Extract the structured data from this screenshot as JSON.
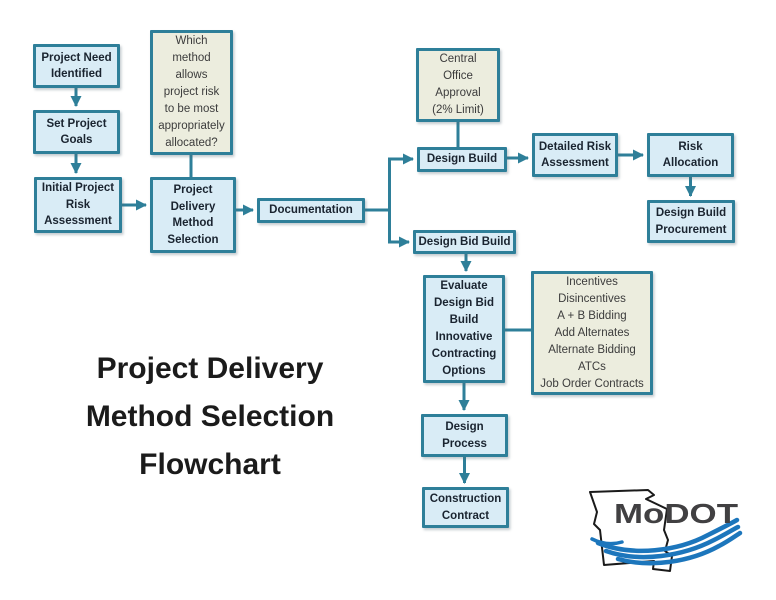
{
  "diagram_title": "Project Delivery\nMethod Selection\nFlowchart",
  "nodes": {
    "project_need": "Project Need\nIdentified",
    "set_project_goals": "Set Project\nGoals",
    "initial_risk": "Initial Project\nRisk\nAssessment",
    "pdms": "Project\nDelivery\nMethod\nSelection",
    "documentation": "Documentation",
    "design_build": "Design Build",
    "detailed_risk": "Detailed Risk\nAssessment",
    "risk_allocation": "Risk\nAllocation",
    "db_procurement": "Design Build\nProcurement",
    "design_bid_build": "Design Bid Build",
    "evaluate_options": "Evaluate\nDesign Bid\nBuild\nInnovative\nContracting\nOptions",
    "design_process": "Design\nProcess",
    "construction_contract": "Construction\nContract"
  },
  "notes": {
    "which_method": "Which\nmethod\nallows\nproject risk\nto be most\nappropriately\nallocated?",
    "central_office": "Central\nOffice\nApproval\n(2% Limit)",
    "innovative_contracting": "Incentives\nDisincentives\nA + B Bidding\nAdd Alternates\nAlternate Bidding\nATCs\nJob Order Contracts"
  },
  "logo": {
    "text": "MoDOT"
  },
  "colors": {
    "node_fill": "#d9ecf6",
    "note_fill": "#ecedde",
    "line_teal": "#2e7f99",
    "wave_blue": "#1c76bc",
    "logo_text": "#414042"
  }
}
